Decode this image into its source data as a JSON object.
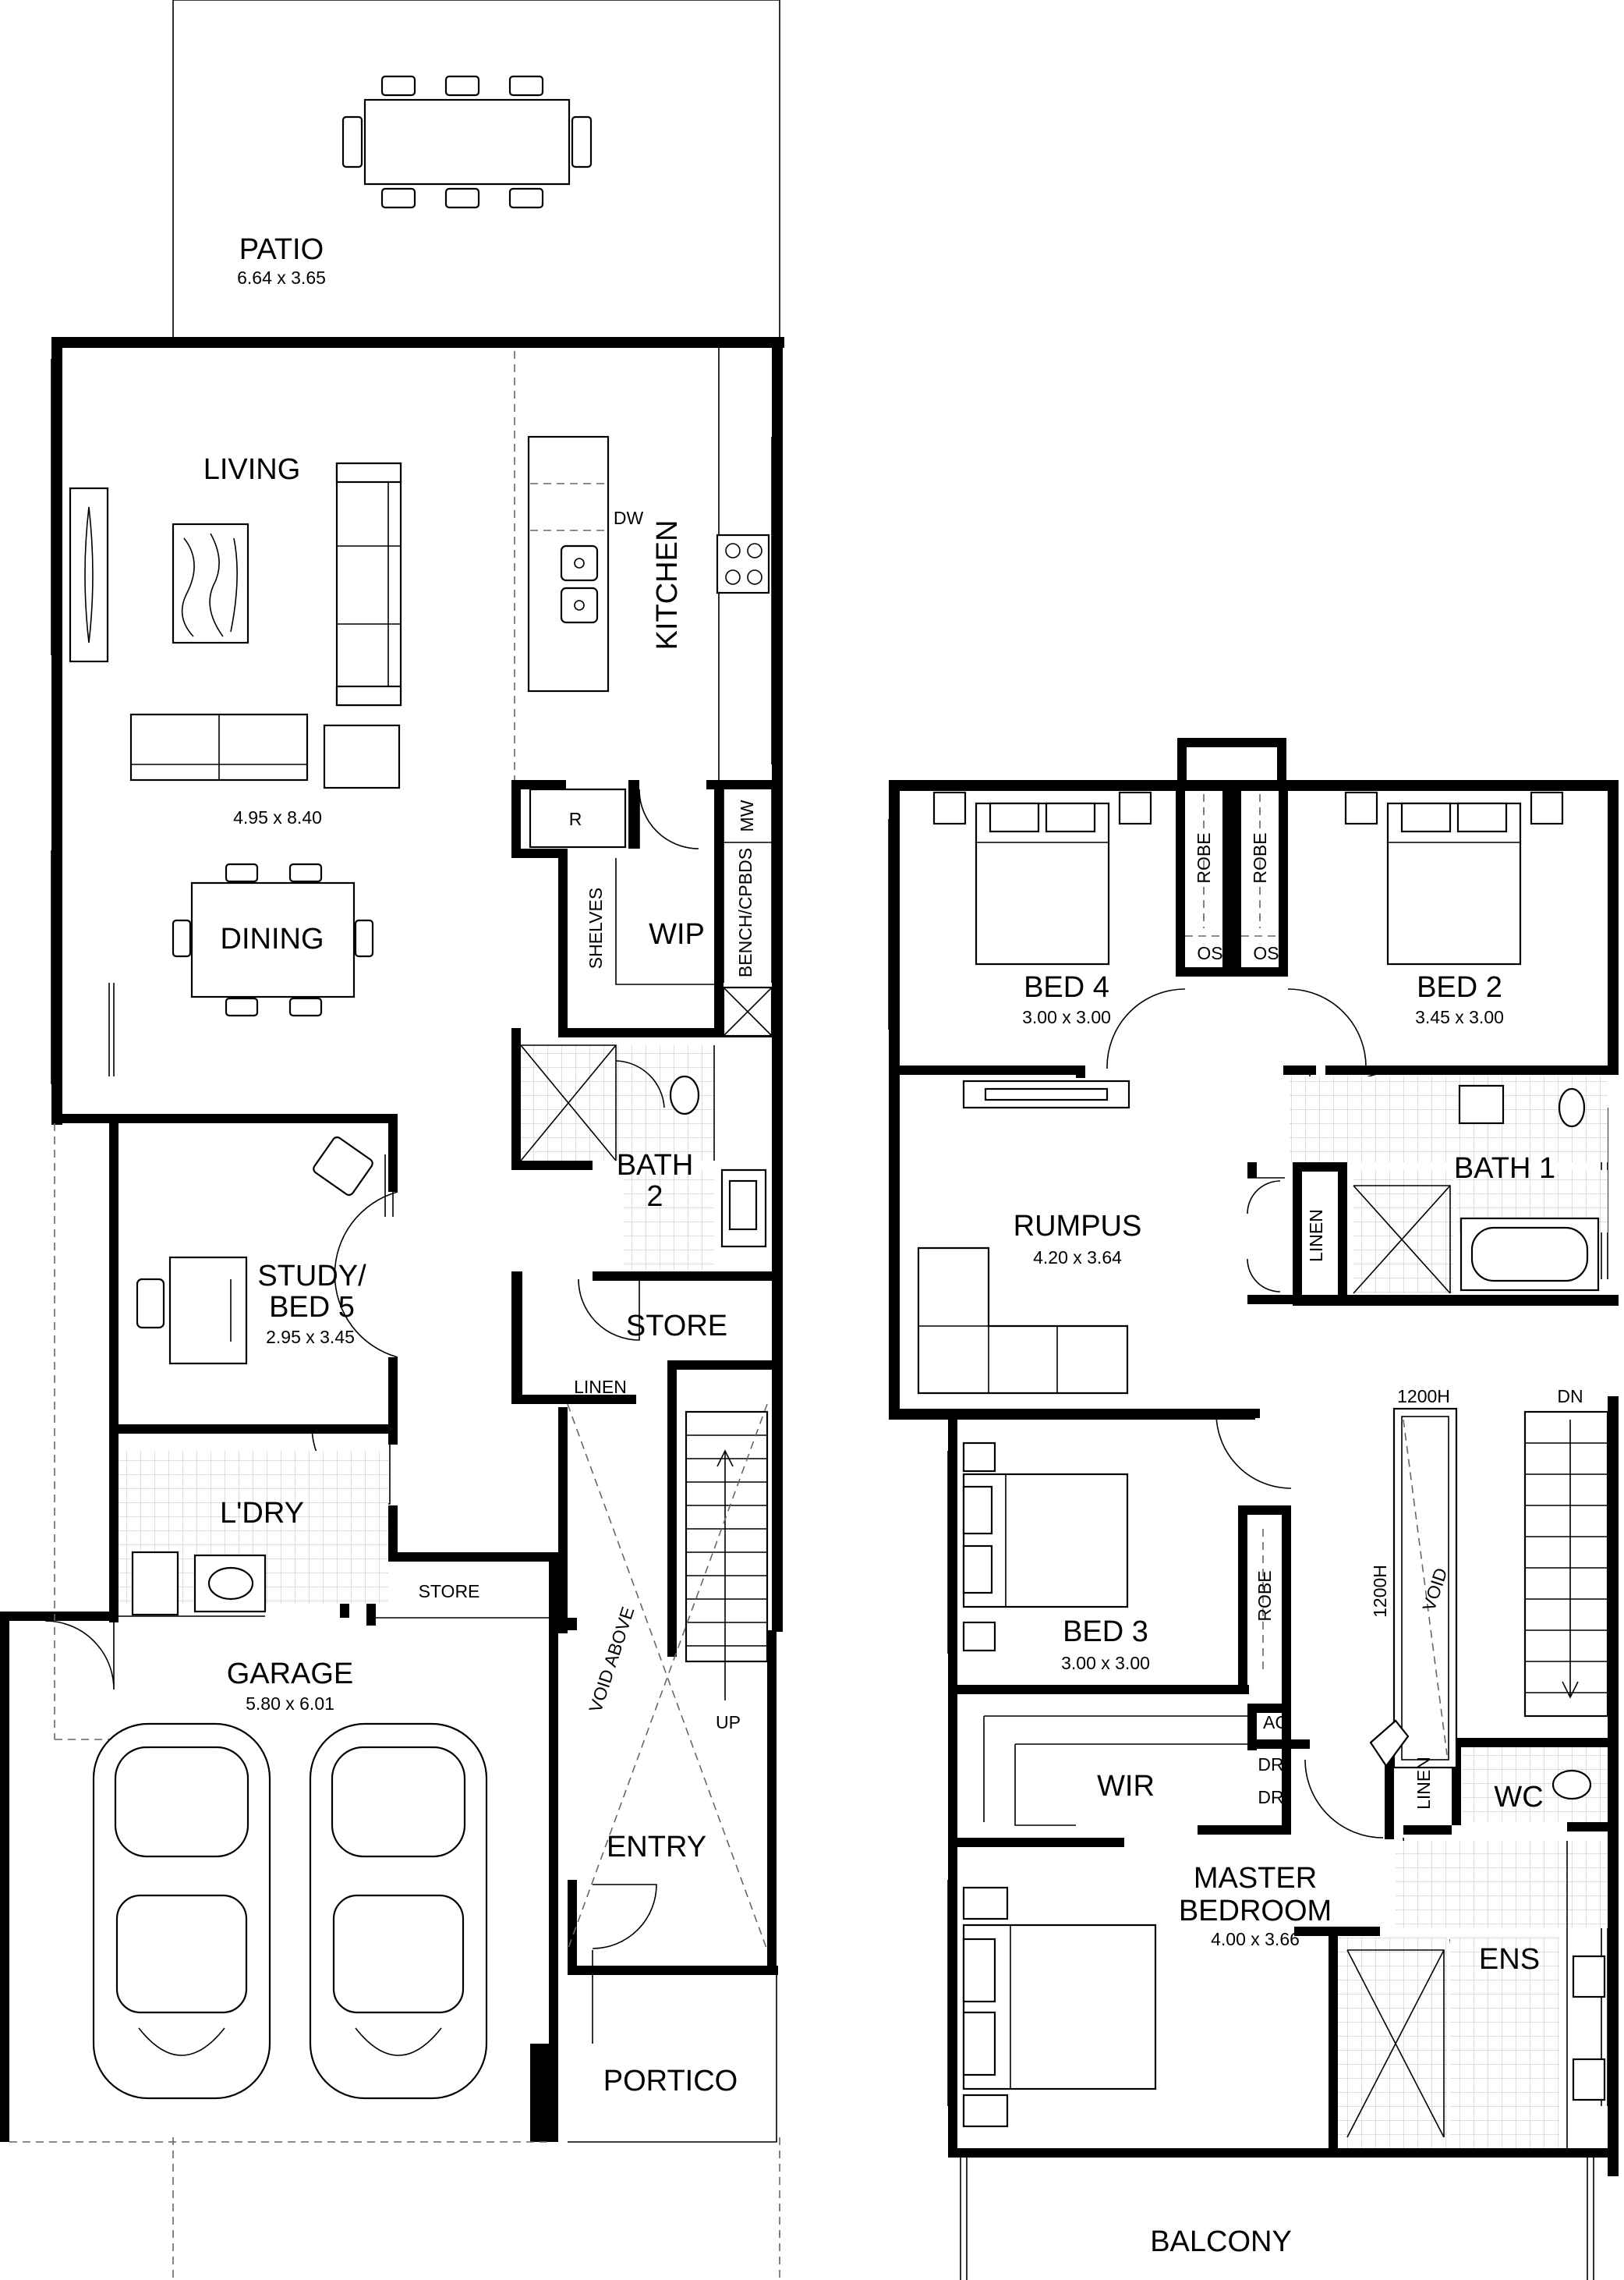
{
  "ground_floor": {
    "patio": {
      "name": "PATIO",
      "dims": "6.64 x 3.65"
    },
    "living": {
      "name": "LIVING",
      "dims": "4.95 x 8.40"
    },
    "dining": {
      "name": "DINING"
    },
    "kitchen": {
      "name": "KITCHEN",
      "dw": "DW",
      "mw": "MW",
      "fridge": "R"
    },
    "wip": {
      "name": "WIP",
      "shelves": "SHELVES",
      "bench": "BENCH/CPBDS"
    },
    "bath2": {
      "line1": "BATH",
      "line2": "2"
    },
    "store1": {
      "name": "STORE"
    },
    "linen": {
      "name": "LINEN"
    },
    "study": {
      "line1": "STUDY/",
      "line2": "BED 5",
      "dims": "2.95 x 3.45"
    },
    "laundry": {
      "name": "L'DRY"
    },
    "store2": {
      "name": "STORE"
    },
    "garage": {
      "name": "GARAGE",
      "dims": "5.80 x 6.01"
    },
    "void_above": "VOID ABOVE",
    "stair_up": "UP",
    "entry": {
      "name": "ENTRY"
    },
    "portico": {
      "name": "PORTICO"
    }
  },
  "upper_floor": {
    "bed4": {
      "name": "BED 4",
      "dims": "3.00 x 3.00"
    },
    "bed2": {
      "name": "BED 2",
      "dims": "3.45 x 3.00"
    },
    "robe": "ROBE",
    "os": "OS",
    "rumpus": {
      "name": "RUMPUS",
      "dims": "4.20 x 3.64"
    },
    "bath1": {
      "name": "BATH 1"
    },
    "linen": "LINEN",
    "rail_top": "1200H",
    "rail_side": "1200H",
    "stair_dn": "DN",
    "void": "VOID",
    "bed3": {
      "name": "BED 3",
      "dims": "3.00 x 3.00"
    },
    "ac": "AC",
    "dr": "DR",
    "wir": {
      "name": "WIR"
    },
    "master": {
      "line1": "MASTER",
      "line2": "BEDROOM",
      "dims": "4.00 x 3.66"
    },
    "wc": {
      "name": "WC"
    },
    "ens": {
      "name": "ENS"
    },
    "balcony": {
      "name": "BALCONY"
    }
  }
}
